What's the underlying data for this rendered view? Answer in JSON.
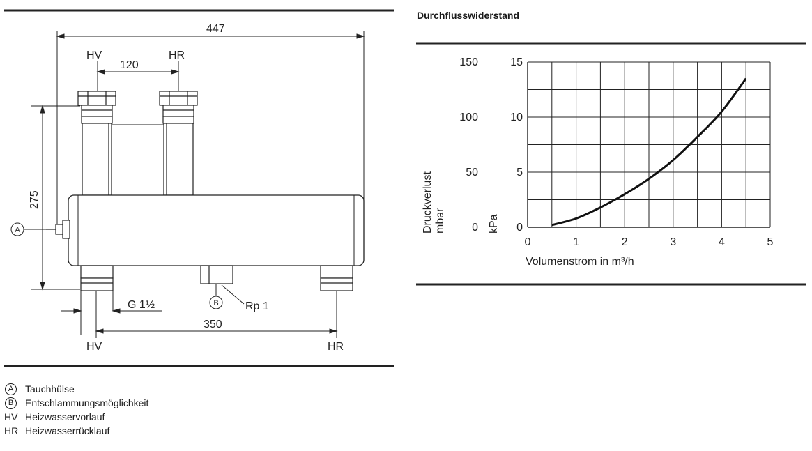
{
  "drawing": {
    "dim_total_width": "447",
    "dim_pipe_spacing": "120",
    "dim_height": "275",
    "dim_bottom_spacing": "350",
    "label_hv": "HV",
    "label_hr": "HR",
    "thread_g": "G 1½",
    "thread_rp": "Rp 1",
    "marker_a": "A",
    "marker_b": "B"
  },
  "legend": [
    {
      "key": "A",
      "circled": true,
      "text": "Tauchhülse"
    },
    {
      "key": "B",
      "circled": true,
      "text": "Entschlammungsmöglichkeit"
    },
    {
      "key": "HV",
      "circled": false,
      "text": "Heizwasservorlauf"
    },
    {
      "key": "HR",
      "circled": false,
      "text": "Heizwasserrücklauf"
    }
  ],
  "chart_data": {
    "type": "line",
    "title": "Durchflusswiderstand",
    "xlabel": "Volumenstrom in m³/h",
    "ylabel_left": "Druckverlust mbar",
    "ylabel_left_line1": "Druckverlust",
    "ylabel_left_line2": "mbar",
    "ylabel_right": "kPa",
    "xlim": [
      0,
      5
    ],
    "ylim": [
      0,
      15
    ],
    "x_ticks": [
      "0",
      "1",
      "2",
      "3",
      "4",
      "5"
    ],
    "y_ticks_kpa": [
      "0",
      "5",
      "10",
      "15"
    ],
    "y_ticks_mbar": [
      "0",
      "50",
      "100",
      "150"
    ],
    "grid": true,
    "series": [
      {
        "x": [
          0.5,
          1.0,
          1.5,
          2.0,
          2.5,
          3.0,
          3.5,
          4.0,
          4.5
        ],
        "y": [
          0.2,
          0.8,
          1.8,
          3.0,
          4.4,
          6.1,
          8.2,
          10.5,
          13.5
        ]
      }
    ]
  }
}
